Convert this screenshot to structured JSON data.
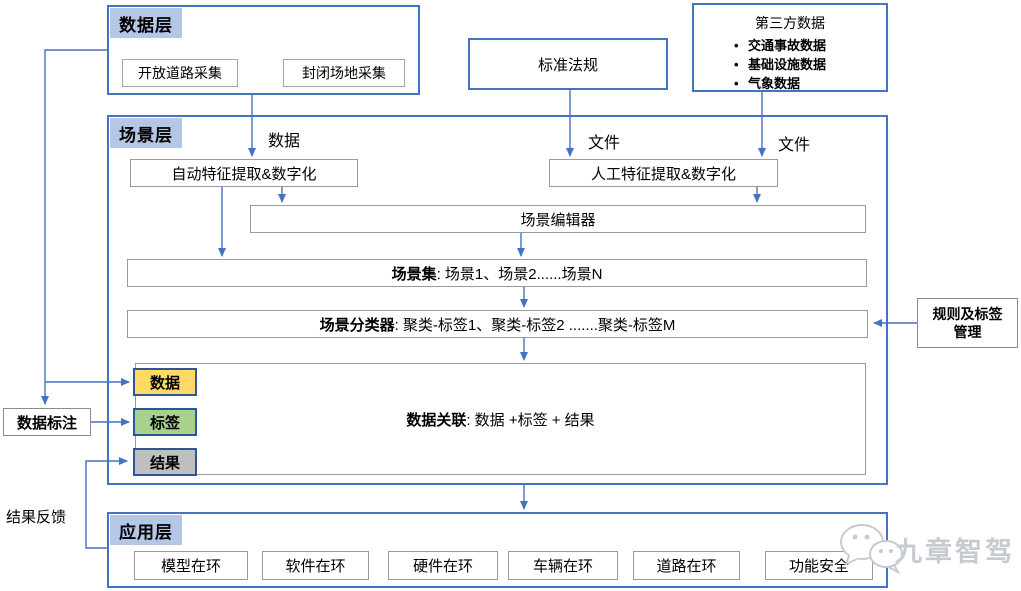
{
  "palette": {
    "accent_blue": "#4472C4",
    "chip_border_blue": "#2F5597",
    "layer_header_fill": "#B4C7E7",
    "gray_border": "#A6A6A6",
    "chip_yellow": "#FFD966",
    "chip_green": "#A9D18E",
    "chip_gray": "#BFBFBF",
    "watermark_gray": "#C6CBD1"
  },
  "data_layer": {
    "title": "数据层",
    "items": [
      "开放道路采集",
      "封闭场地采集"
    ]
  },
  "standards_box": {
    "label": "标准法规"
  },
  "third_party": {
    "title": "第三方数据",
    "bullets": [
      "交通事故数据",
      "基础设施数据",
      "气象数据"
    ]
  },
  "scenario_layer": {
    "title": "场景层",
    "edge_labels": {
      "data": "数据",
      "file1": "文件",
      "file2": "文件"
    },
    "auto_extract": "自动特征提取&数字化",
    "manual_extract": "人工特征提取&数字化",
    "editor": "场景编辑器",
    "scenario_set": {
      "bold": "场景集",
      "rest": ": 场景1、场景2......场景N"
    },
    "classifier": {
      "bold": "场景分类器",
      "rest": ": 聚类-标签1、聚类-标签2 .......聚类-标签M"
    },
    "association": {
      "bold": "数据关联",
      "rest": ": 数据 +标签 + 结果"
    },
    "chips": [
      {
        "label": "数据",
        "color": "#FFD966"
      },
      {
        "label": "标签",
        "color": "#A9D18E"
      },
      {
        "label": "结果",
        "color": "#BFBFBF"
      }
    ]
  },
  "rules_box": {
    "line1": "规则及标签",
    "line2": "管理"
  },
  "annotation_box": {
    "label": "数据标注"
  },
  "feedback_label": "结果反馈",
  "app_layer": {
    "title": "应用层",
    "items": [
      "模型在环",
      "软件在环",
      "硬件在环",
      "车辆在环",
      "道路在环",
      "功能安全"
    ]
  },
  "watermark": {
    "text": "九章智驾"
  }
}
